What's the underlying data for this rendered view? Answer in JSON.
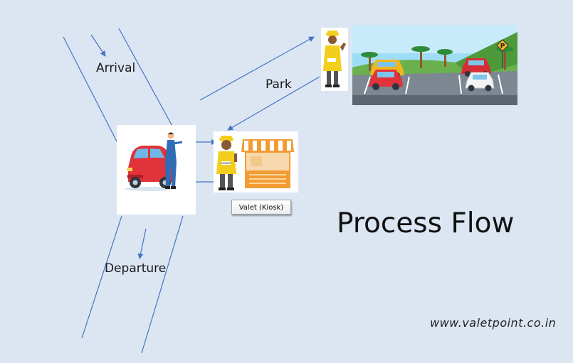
{
  "labels": {
    "arrival": "Arrival",
    "park": "Park",
    "departure": "Departure",
    "kiosk": "Valet  (Kiosk)"
  },
  "title": "Process Flow",
  "website": "www.valetpoint.co.in",
  "badge_text": "AGENTE",
  "parking_sign": "P",
  "colors": {
    "background": "#dce6f2",
    "arrow": "#4472c4",
    "car_red": "#e0333a",
    "agent_yellow": "#f2cf1d",
    "kiosk_orange": "#f39c33"
  },
  "icons": [
    "car-icon",
    "driver-icon",
    "valet-agent-icon",
    "kiosk-icon",
    "parking-lot-icon",
    "palm-tree-icon",
    "parking-sign-icon"
  ]
}
